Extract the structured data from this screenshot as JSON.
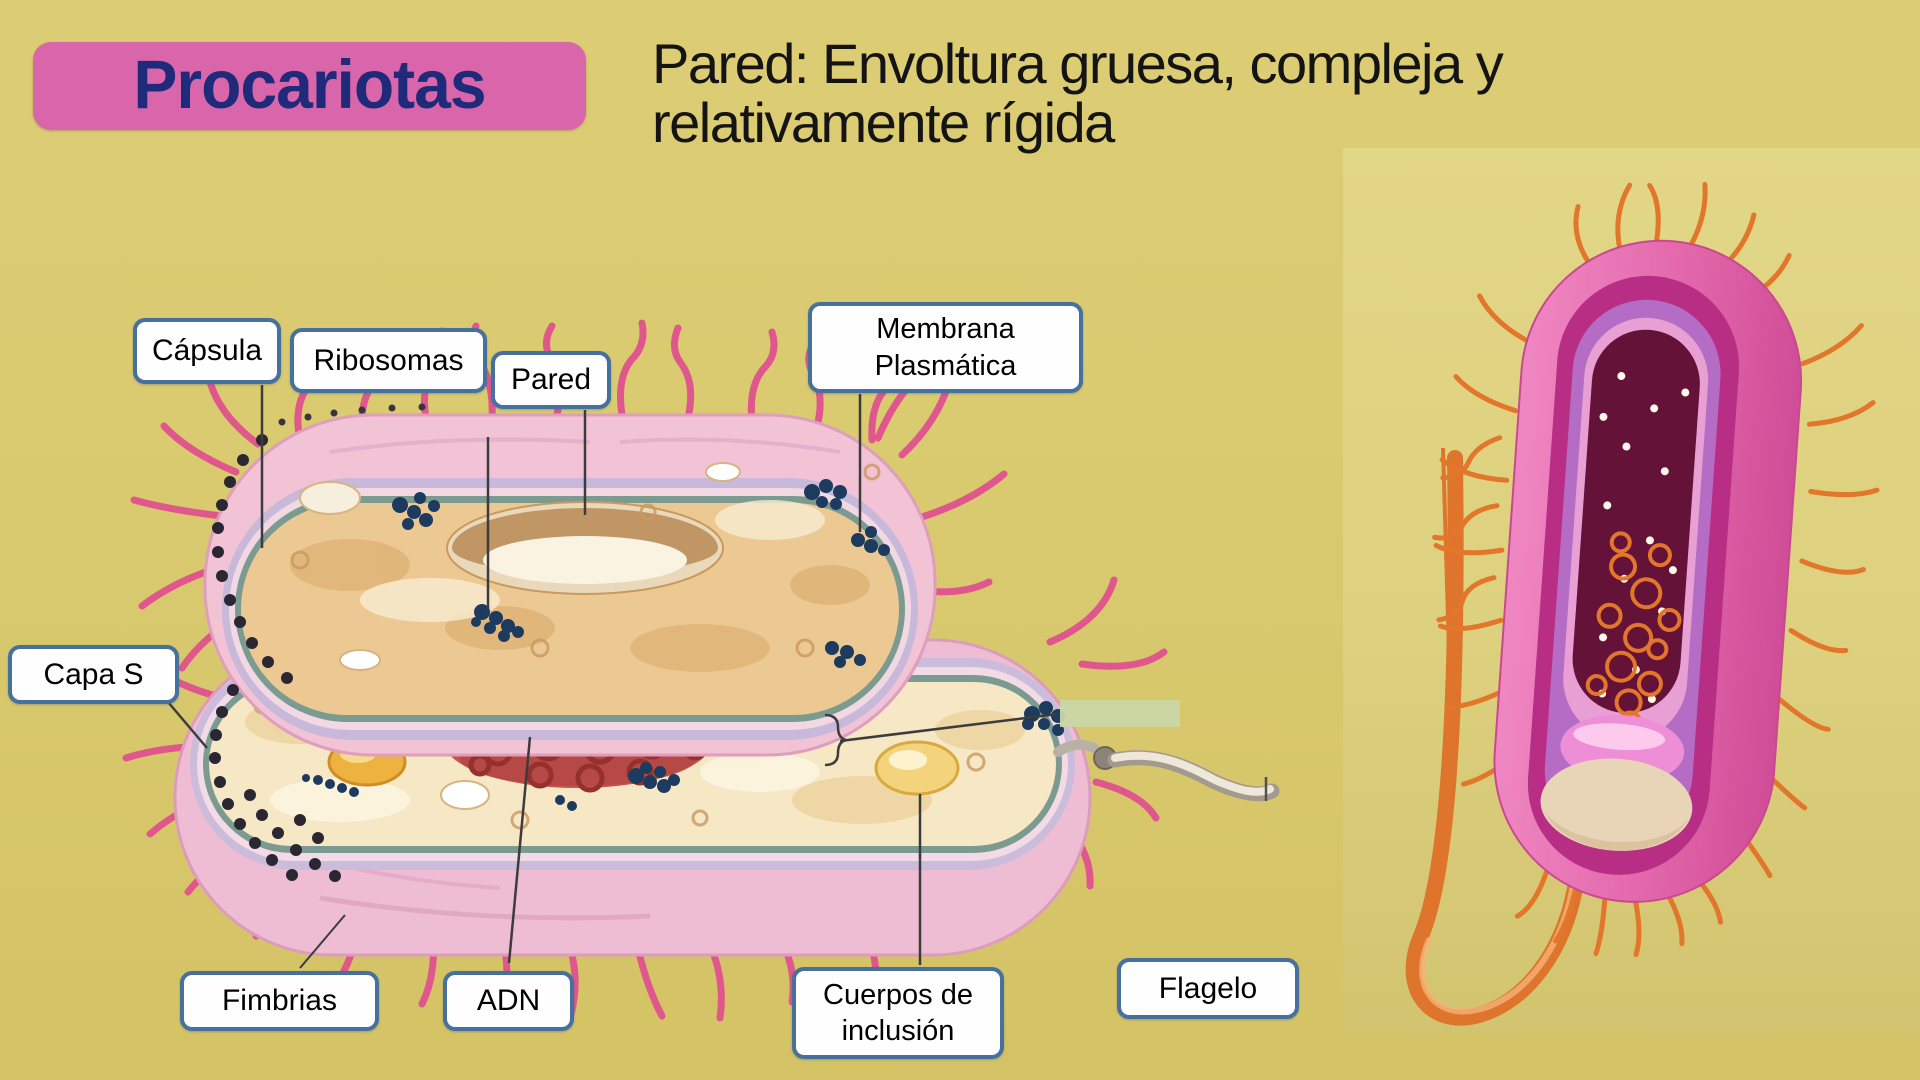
{
  "slide": {
    "title": "Procariotas",
    "subtitle": "Pared: Envoltura gruesa, compleja y relativamente rígida",
    "colors": {
      "background": "#d9c96e",
      "title_banner": "#d966ab",
      "title_text": "#1f2a7a",
      "subtitle_text": "#141414",
      "label_border": "#46719f",
      "label_fill": "#fefefe",
      "highlight_box": "#cbd7a6",
      "fimbriae_pink": "#e0578d",
      "ribosome_navy": "#1d3a5f",
      "dna_red": "#c5534e",
      "photo_orange": "#e2762a"
    }
  },
  "diagram": {
    "labels": {
      "capsula": "Cápsula",
      "ribosomas": "Ribosomas",
      "pared": "Pared",
      "membrana": "Membrana Plasmática",
      "capa_s": "Capa S",
      "fimbrias": "Fimbrias",
      "adn": "ADN",
      "cuerpos": "Cuerpos de inclusión",
      "flagelo": "Flagelo"
    }
  }
}
